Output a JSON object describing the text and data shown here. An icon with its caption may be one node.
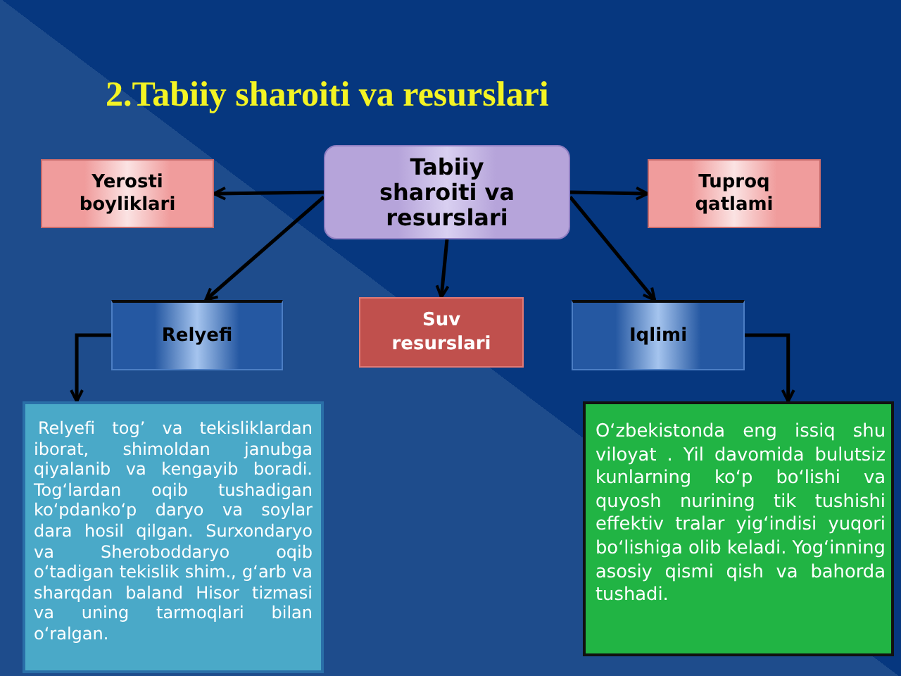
{
  "diagram": {
    "title": "2.Tabiiy sharoiti va resurslari",
    "nodes": [
      {
        "text": [
          "Tabiiy sharoiti va resurslari"
        ]
      },
      {
        "text": [
          "Yerosti boyliklari"
        ]
      },
      {
        "text": [
          "Tuproq qatlami"
        ]
      },
      {
        "text": [
          "Relyefi"
        ]
      },
      {
        "text": [
          "Suv resurslari"
        ]
      },
      {
        "text": [
          "Iqlimi"
        ]
      },
      {
        "text": [
          "Relyefi tog’ va tekisliklardan iborat, shimoldan janubga qiyalanib va kengayib boradi. Tog‘lardan oqib tushadigan ko‘pdanko‘p daryo va soylar dara hosil qilgan. Surxondaryo va Sheroboddaryo oqib o‘tadigan tekislik shim., g‘arb va sharqdan baland Hisor tizmasi va uning tarmoqlari bilan o‘ralgan."
        ]
      },
      {
        "text": [
          "O‘zbekistonda eng issiq shu viloyat . Yil davomida bulutsiz kunlarning ko‘p bo‘lishi va quyosh nurining tik tushishi effektiv tralar yig‘indisi yuqori bo‘lishiga olib keladi. Yog‘inning asosiy qismi qish va bahorda tushadi."
        ]
      }
    ],
    "edges": [
      {
        "from": 0,
        "to": 1,
        "arrow": "to"
      },
      {
        "from": 0,
        "to": 2,
        "arrow": "to"
      },
      {
        "from": 0,
        "to": 3,
        "arrow": "to"
      },
      {
        "from": 0,
        "to": 4,
        "arrow": "to"
      },
      {
        "from": 0,
        "to": 5,
        "arrow": "to"
      },
      {
        "from": 3,
        "to": 6,
        "arrow": "to"
      },
      {
        "from": 5,
        "to": 7,
        "arrow": "to"
      }
    ]
  }
}
